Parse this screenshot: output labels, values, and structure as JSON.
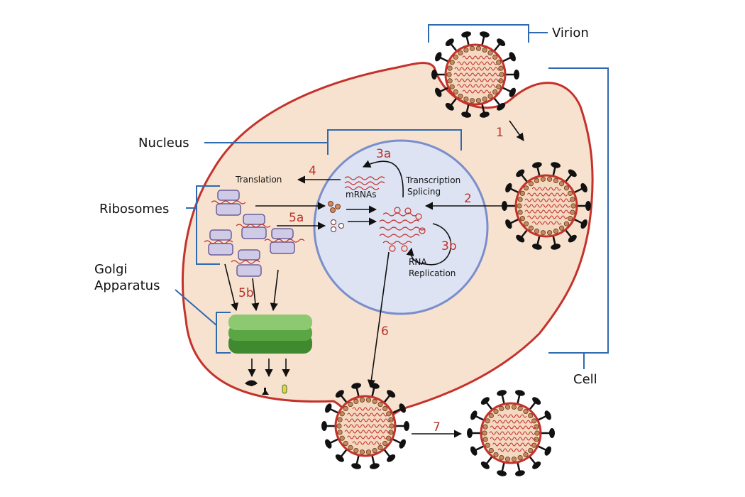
{
  "labels": {
    "virion": "Virion",
    "nucleus": "Nucleus",
    "ribosomes": "Ribosomes",
    "golgi_line1": "Golgi",
    "golgi_line2": "Apparatus",
    "cell": "Cell",
    "translation": "Translation",
    "mrnas": "mRNAs",
    "transcription": "Transcription",
    "splicing": "Splicing",
    "rna": "RNA",
    "replication": "Replication"
  },
  "steps": {
    "s1": "1",
    "s2": "2",
    "s3a": "3a",
    "s3b": "3b",
    "s4": "4",
    "s5a": "5a",
    "s5b": "5b",
    "s6": "6",
    "s7": "7"
  },
  "colors": {
    "cell_fill": "#f7e2cf",
    "membrane": "#c4322b",
    "nucleus_fill": "#dde3f2",
    "nucleus_stroke": "#7b8ecb",
    "bracket": "#2e6ab0",
    "golgi": "#4f9a3a",
    "ribosome": "#cfcbe6",
    "step_text": "#b8332b"
  }
}
